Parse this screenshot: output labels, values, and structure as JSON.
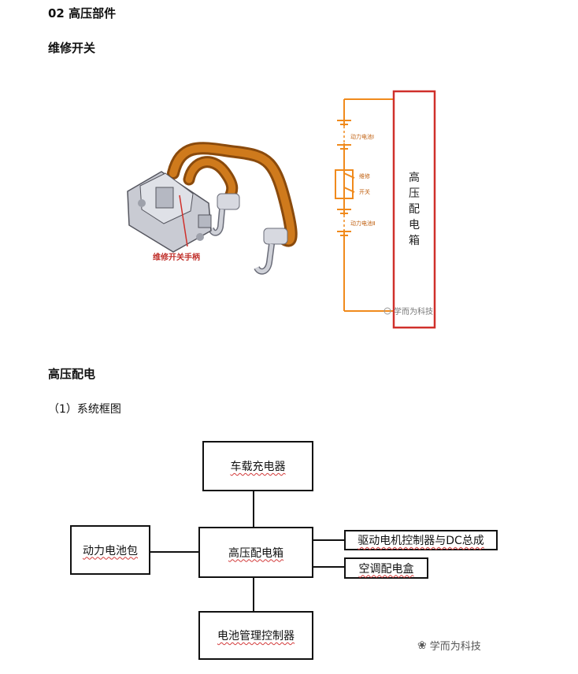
{
  "sections": {
    "part_title": "02 高压部件",
    "maintenance_switch": "维修开关",
    "hv_distribution": "高压配电",
    "system_block_diagram": "（1）系统框图"
  },
  "figure1": {
    "handle_label": "维修开关手柄",
    "battery_1": "动力电池Ⅰ",
    "battery_2": "动力电池Ⅱ",
    "switch_label_line1": "维修",
    "switch_label_line2": "开关",
    "hv_box_label": "高压配电箱",
    "watermark": "学而为科技"
  },
  "diagram": {
    "charger": "车载充电器",
    "battery_pack": "动力电池包",
    "hv_box": "高压配电箱",
    "motor_ctrl": "驱动电机控制器与DC总成",
    "ac_box": "空调配电盒",
    "bms": "电池管理控制器",
    "watermark": "学而为科技"
  },
  "colors": {
    "orange": "#f08a1c",
    "red": "#d0302b",
    "hose": "#b8620f"
  }
}
